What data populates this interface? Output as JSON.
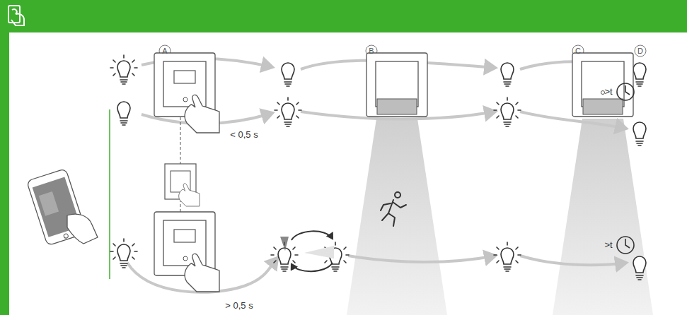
{
  "diagram": {
    "labels": [
      "A",
      "B",
      "C",
      "D",
      "< 0,5 s",
      "> 0,5 s",
      ">t",
      ">t"
    ]
  }
}
